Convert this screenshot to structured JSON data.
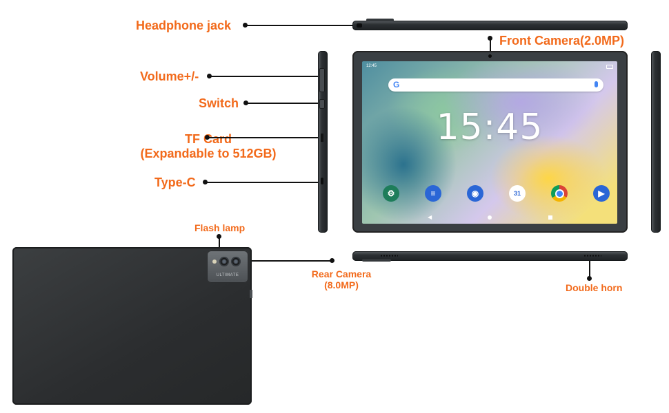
{
  "labels": {
    "headphone_jack": "Headphone jack",
    "front_camera": "Front Camera(2.0MP)",
    "volume": "Volume+/-",
    "switch": "Switch",
    "tf_card_line1": "TF Card",
    "tf_card_line2": "(Expandable to 512GB)",
    "type_c": "Type-C",
    "flash_lamp": "Flash lamp",
    "rear_camera_line1": "Rear Camera",
    "rear_camera_line2": "(8.0MP)",
    "double_horn": "Double horn"
  },
  "screen": {
    "status_time": "12:45",
    "clock": "15:45",
    "search_logo": "G",
    "apps": [
      {
        "name": "settings",
        "icon": "gear-icon",
        "color": "#1e7d5a",
        "glyph": "⚙"
      },
      {
        "name": "messages",
        "icon": "messages-icon",
        "color": "#2a66d6",
        "glyph": "≡"
      },
      {
        "name": "camera",
        "icon": "camera-icon",
        "color": "#2a66d6",
        "glyph": "◉"
      },
      {
        "name": "calendar",
        "icon": "calendar-icon",
        "color": "#2a66d6",
        "glyph": "31"
      },
      {
        "name": "chrome",
        "icon": "chrome-icon",
        "color": "#e0433a",
        "glyph": "●"
      },
      {
        "name": "meet",
        "icon": "video-icon",
        "color": "#2a66d6",
        "glyph": "▶"
      }
    ]
  },
  "rear_branding": "ULTIMATE",
  "colors": {
    "label_orange": "#f26a1b",
    "pointer": "#111111",
    "body_dark": "#2b2d2f"
  }
}
